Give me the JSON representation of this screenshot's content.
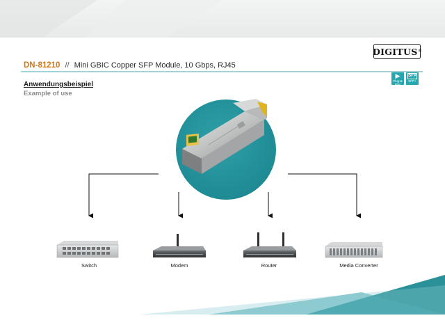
{
  "header": {
    "product_code": "DN-81210",
    "separator": "//",
    "product_name": "Mini GBIC Copper SFP Module, 10 Gbps, RJ45",
    "brand": "DIGITUS",
    "brand_mark": "®"
  },
  "badges": [
    {
      "icon": "play-icon",
      "glyph": "▶",
      "caption": "Plug & Play"
    },
    {
      "icon": "sfp-icon",
      "glyph": "SFP",
      "caption": "SFP+"
    }
  ],
  "section": {
    "title": "Anwendungsbeispiel",
    "subtitle": "Example of use"
  },
  "devices": [
    {
      "name": "switch",
      "label": "Switch"
    },
    {
      "name": "modem",
      "label": "Modem"
    },
    {
      "name": "router",
      "label": "Router"
    },
    {
      "name": "media-converter",
      "label": "Media Converter"
    }
  ],
  "colors": {
    "teal": "#1f8b94",
    "product_code": "#d07a1a",
    "rule": "#9fd3d7",
    "badge": "#27a6b0"
  }
}
